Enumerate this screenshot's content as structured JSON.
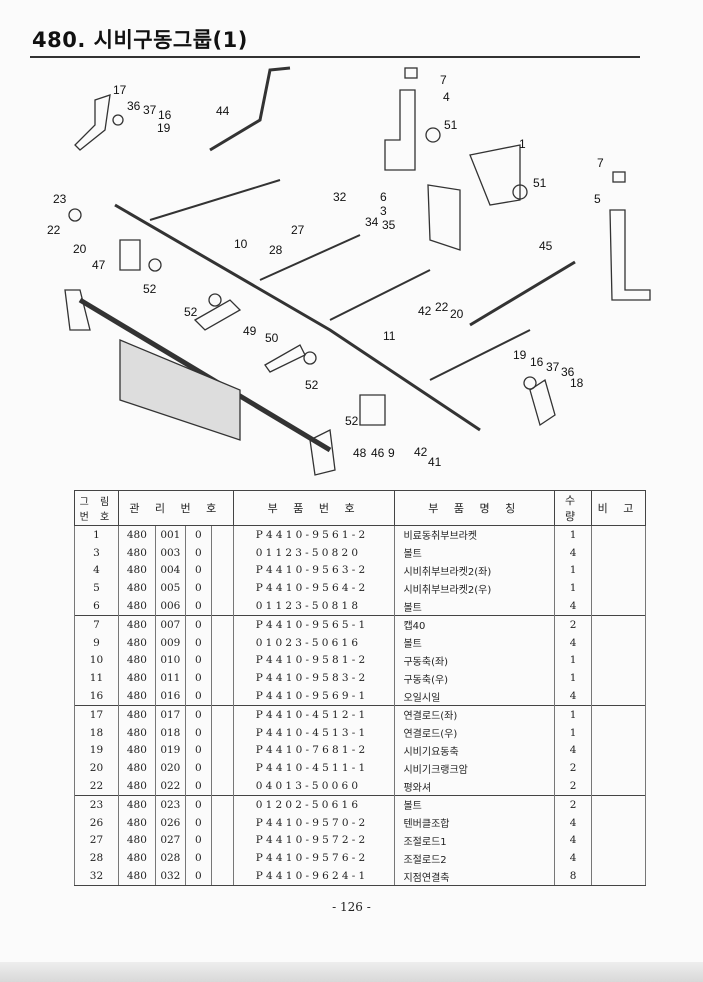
{
  "title": "480. 시비구동그룹(1)",
  "diagram": {
    "callouts": [
      "17",
      "36",
      "37",
      "16",
      "19",
      "44",
      "7",
      "4",
      "51",
      "1",
      "7",
      "51",
      "5",
      "23",
      "22",
      "20",
      "32",
      "6",
      "3",
      "34",
      "35",
      "27",
      "10",
      "28",
      "45",
      "47",
      "52",
      "52",
      "42",
      "22",
      "20",
      "49",
      "50",
      "11",
      "52",
      "19",
      "16",
      "37",
      "36",
      "18",
      "52",
      "48",
      "46",
      "9",
      "42",
      "41"
    ]
  },
  "table": {
    "headers": {
      "fig_no": "그 림 번 호",
      "mgmt_no": "관 리 번 호",
      "part_no": "부 품 번 호",
      "part_name": "부 품 명 칭",
      "qty": "수 량",
      "remarks": "비 고"
    },
    "rows": [
      {
        "fig": "1",
        "a": "480",
        "b": "001",
        "c": "0",
        "part_no": "P4410-9561-2",
        "name": "비료동취부브라켓",
        "qty": "1"
      },
      {
        "fig": "3",
        "a": "480",
        "b": "003",
        "c": "0",
        "part_no": "01123-50820",
        "name": "볼트",
        "qty": "4"
      },
      {
        "fig": "4",
        "a": "480",
        "b": "004",
        "c": "0",
        "part_no": "P4410-9563-2",
        "name": "시비취부브라켓2(좌)",
        "qty": "1"
      },
      {
        "fig": "5",
        "a": "480",
        "b": "005",
        "c": "0",
        "part_no": "P4410-9564-2",
        "name": "시비취부브라켓2(우)",
        "qty": "1"
      },
      {
        "fig": "6",
        "a": "480",
        "b": "006",
        "c": "0",
        "part_no": "01123-50818",
        "name": "볼트",
        "qty": "4"
      },
      {
        "fig": "7",
        "a": "480",
        "b": "007",
        "c": "0",
        "part_no": "P4410-9565-1",
        "name": "캡40",
        "qty": "2"
      },
      {
        "fig": "9",
        "a": "480",
        "b": "009",
        "c": "0",
        "part_no": "01023-50616",
        "name": "볼트",
        "qty": "4"
      },
      {
        "fig": "10",
        "a": "480",
        "b": "010",
        "c": "0",
        "part_no": "P4410-9581-2",
        "name": "구동축(좌)",
        "qty": "1"
      },
      {
        "fig": "11",
        "a": "480",
        "b": "011",
        "c": "0",
        "part_no": "P4410-9583-2",
        "name": "구동축(우)",
        "qty": "1"
      },
      {
        "fig": "16",
        "a": "480",
        "b": "016",
        "c": "0",
        "part_no": "P4410-9569-1",
        "name": "오일시일",
        "qty": "4"
      },
      {
        "fig": "17",
        "a": "480",
        "b": "017",
        "c": "0",
        "part_no": "P4410-4512-1",
        "name": "연결로드(좌)",
        "qty": "1"
      },
      {
        "fig": "18",
        "a": "480",
        "b": "018",
        "c": "0",
        "part_no": "P4410-4513-1",
        "name": "연결로드(우)",
        "qty": "1"
      },
      {
        "fig": "19",
        "a": "480",
        "b": "019",
        "c": "0",
        "part_no": "P4410-7681-2",
        "name": "시비기요동축",
        "qty": "4"
      },
      {
        "fig": "20",
        "a": "480",
        "b": "020",
        "c": "0",
        "part_no": "P4410-4511-1",
        "name": "시비기크랭크암",
        "qty": "2"
      },
      {
        "fig": "22",
        "a": "480",
        "b": "022",
        "c": "0",
        "part_no": "04013-50060",
        "name": "평와셔",
        "qty": "2"
      },
      {
        "fig": "23",
        "a": "480",
        "b": "023",
        "c": "0",
        "part_no": "01202-50616",
        "name": "볼트",
        "qty": "2"
      },
      {
        "fig": "26",
        "a": "480",
        "b": "026",
        "c": "0",
        "part_no": "P4410-9570-2",
        "name": "텐버클조합",
        "qty": "4"
      },
      {
        "fig": "27",
        "a": "480",
        "b": "027",
        "c": "0",
        "part_no": "P4410-9572-2",
        "name": "조절로드1",
        "qty": "4"
      },
      {
        "fig": "28",
        "a": "480",
        "b": "028",
        "c": "0",
        "part_no": "P4410-9576-2",
        "name": "조절로드2",
        "qty": "4"
      },
      {
        "fig": "32",
        "a": "480",
        "b": "032",
        "c": "0",
        "part_no": "P4410-9624-1",
        "name": "지점연결축",
        "qty": "8"
      }
    ]
  },
  "page_number": "- 126 -"
}
